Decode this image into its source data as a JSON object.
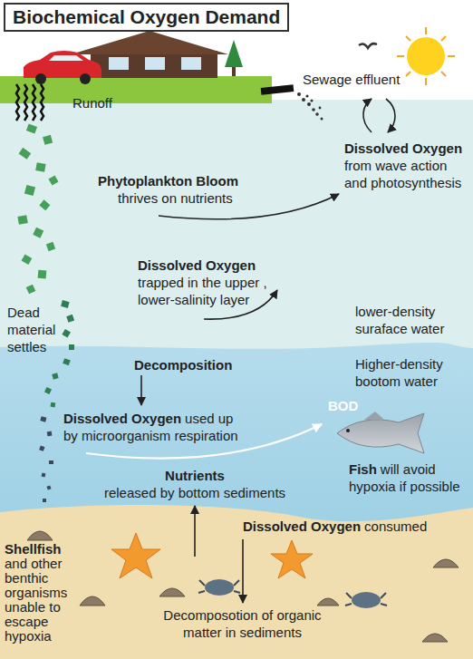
{
  "diagram": {
    "title": "Biochemical Oxygen Demand",
    "labels": [
      "Runoff",
      "Sewage effluent",
      "Phytoplankton Bloom",
      "thrives on nutrients",
      "Dissolved Oxygen",
      "from wave action and photosynthesis",
      "Dissolved Oxygen",
      "trapped in the upper , lower-salinity layer",
      "Dead material settles",
      "lower-density suraface water",
      "Higher-density bootom water",
      "Decomposition",
      "Dissolved Oxygen",
      "used up by microorganism respiration",
      "BOD",
      "Fish",
      "will avoid hypoxia if possible",
      "Nutrients",
      "released by bottom sediments",
      "Shellfish",
      "and other benthic organisms unable to escape hypoxia",
      "Dissolved Oxygen",
      "consumed",
      "Decomposotion of organic matter in sediments"
    ]
  }
}
